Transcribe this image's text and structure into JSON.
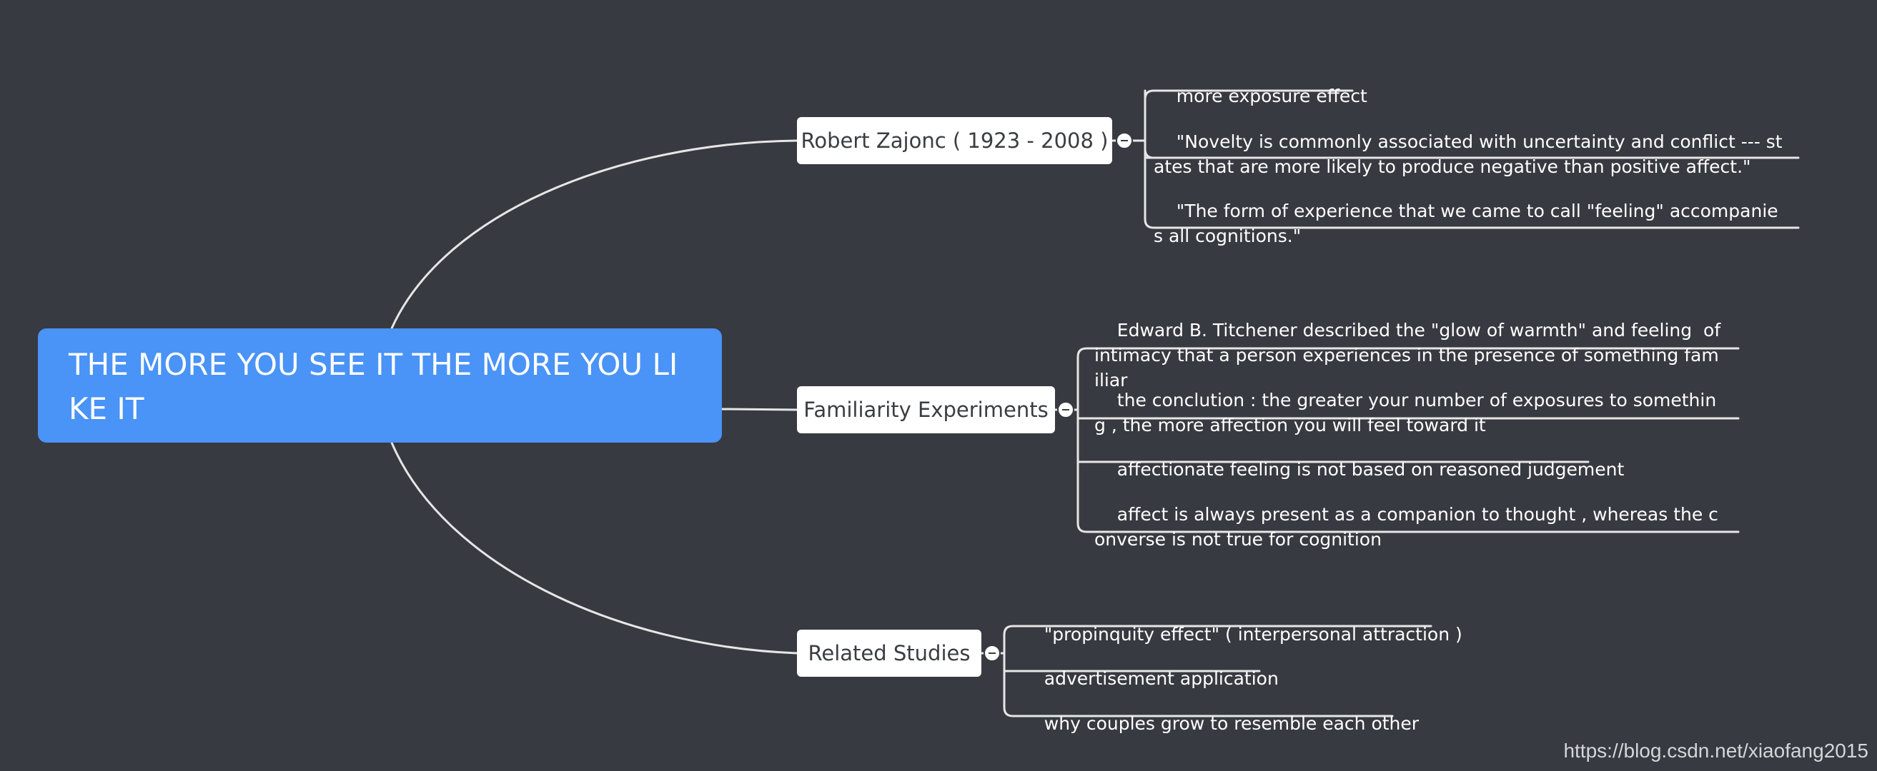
{
  "mindmap": {
    "root": {
      "label": "THE MORE YOU SEE IT THE MORE YOU LIKE IT"
    },
    "branches": [
      {
        "label": "Robert Zajonc ( 1923 - 2008 )",
        "children": [
          "more exposure effect",
          "\"Novelty is commonly associated with uncertainty and conflict --- states that are more likely to produce negative than positive affect.\"",
          "\"The form of experience that we came to call \"feeling\" accompanies all cognitions.\""
        ]
      },
      {
        "label": "Familiarity Experiments",
        "children": [
          "Edward B. Titchener described the \"glow of warmth\" and feeling  of intimacy that a person experiences in the presence of something familiar",
          "the conclution : the greater your number of exposures to something , the more affection you will feel toward it",
          "affectionate feeling is not based on reasoned judgement",
          "affect is always present as a companion to thought , whereas the converse is not true for cognition"
        ]
      },
      {
        "label": "Related Studies",
        "children": [
          "\"propinquity effect\" ( interpersonal attraction )",
          "advertisement application",
          "why couples grow to resemble each other"
        ]
      }
    ]
  },
  "watermark": "https://blog.csdn.net/xiaofang2015",
  "colors": {
    "background": "#373a40",
    "root_fill": "#4a93f7",
    "branch_fill": "#ffffff",
    "connector": "#e6e6e6"
  }
}
